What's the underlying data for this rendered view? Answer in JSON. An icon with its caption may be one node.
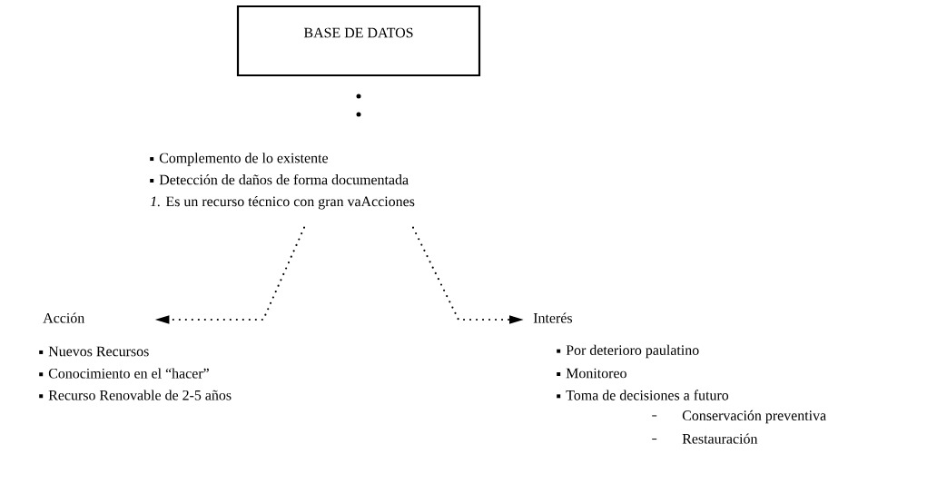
{
  "diagram": {
    "nodes": [
      {
        "text": [
          "BASE DE DATOS"
        ]
      },
      {
        "text": [
          "Complemento de lo existente",
          "Detección de daños de forma documentada",
          "*1.* Es un recurso técnico con gran vaAcciones"
        ]
      },
      {
        "text": [
          "Acción"
        ],
        "beside": [
          "Nuevos Recursos",
          "Conocimiento en el “hacer”",
          "Recurso Renovable de 2-5 años"
        ]
      },
      {
        "text": [
          "Interés"
        ],
        "beside": [
          "Por deterioro paulatino",
          "Monitoreo",
          "Toma de decisiones a futuro",
          "Conservación preventiva",
          "Restauración"
        ]
      }
    ],
    "edges": [
      {
        "from": 0,
        "to": 1,
        "arrow": "none"
      },
      {
        "from": 1,
        "to": 2,
        "arrow": "to"
      },
      {
        "from": 1,
        "to": 3,
        "arrow": "to"
      }
    ]
  }
}
